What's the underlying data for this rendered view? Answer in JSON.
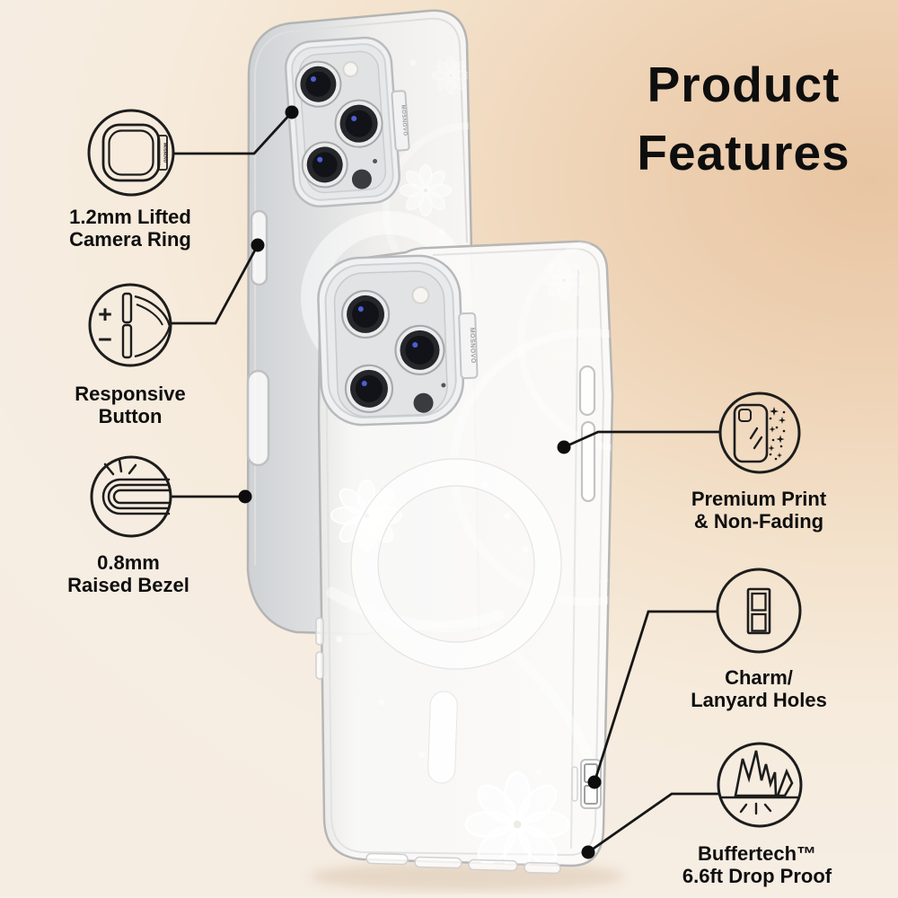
{
  "title": {
    "line1": "Product",
    "line2": "Features"
  },
  "brand": "MOSNOVO",
  "features": [
    {
      "id": "lifted-camera-ring",
      "line1": "1.2mm Lifted",
      "line2": "Camera Ring",
      "icon": "camera-ring-icon"
    },
    {
      "id": "responsive-button",
      "line1": "Responsive",
      "line2": "Button",
      "icon": "responsive-button-icon"
    },
    {
      "id": "raised-bezel",
      "line1": "0.8mm",
      "line2": "Raised Bezel",
      "icon": "raised-bezel-icon"
    },
    {
      "id": "premium-print",
      "line1": "Premium Print",
      "line2": "& Non-Fading",
      "icon": "premium-print-icon"
    },
    {
      "id": "charm-lanyard-holes",
      "line1": "Charm/",
      "line2": "Lanyard Holes",
      "icon": "charm-lanyard-holes-icon"
    },
    {
      "id": "buffertech-drop-proof",
      "line1": "Buffertech™",
      "line2": "6.6ft Drop Proof",
      "icon": "drop-proof-icon"
    }
  ],
  "responsive_button_icon": {
    "plus_label": "+",
    "minus_label": "−"
  },
  "colors": {
    "background_peach": "#e8c5a2",
    "background_cream": "#f6ede3",
    "line_color": "#161616",
    "text_color": "#0f0f0f",
    "pattern_color": "#ffffff"
  }
}
